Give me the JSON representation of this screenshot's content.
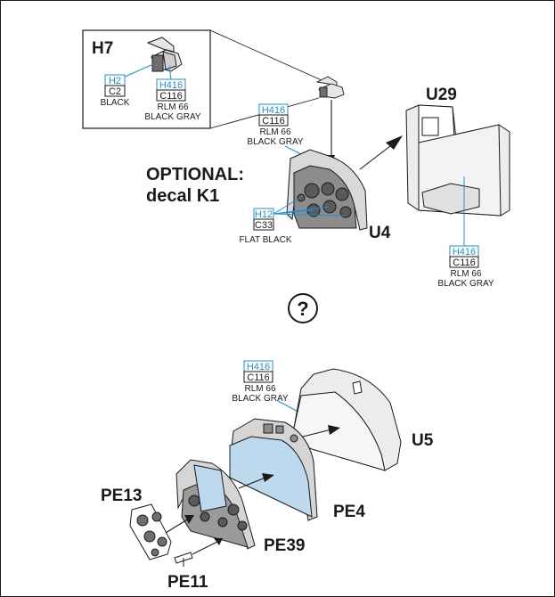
{
  "parts": {
    "h7": "H7",
    "u29": "U29",
    "u4": "U4",
    "u5": "U5",
    "pe4": "PE4",
    "pe13": "PE13",
    "pe39": "PE39",
    "pe11": "PE11"
  },
  "optional": {
    "line1": "OPTIONAL:",
    "line2": "decal K1"
  },
  "question_mark": "?",
  "paint_callouts": {
    "inset_black": {
      "blue": "H2",
      "black": "C2",
      "name": "BLACK"
    },
    "inset_gray": {
      "blue": "H416",
      "black": "C116",
      "name1": "RLM 66",
      "name2": "BLACK GRAY"
    },
    "panel_gray": {
      "blue": "H416",
      "black": "C116",
      "name1": "RLM 66",
      "name2": "BLACK GRAY"
    },
    "panel_flat_black": {
      "blue": "H12",
      "black": "C33",
      "name": "FLAT BLACK"
    },
    "u29_gray": {
      "blue": "H416",
      "black": "C116",
      "name1": "RLM 66",
      "name2": "BLACK GRAY"
    },
    "u5_gray": {
      "blue": "H416",
      "black": "C116",
      "name1": "RLM 66",
      "name2": "BLACK GRAY"
    }
  },
  "colors": {
    "code_blue": "#1f8fd6",
    "pe_fill": "#bcd9ee",
    "outline": "#1a1a1a"
  }
}
